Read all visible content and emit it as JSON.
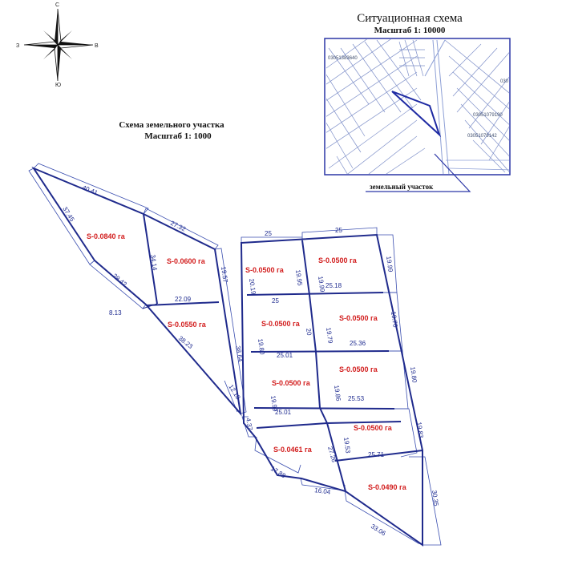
{
  "compass": {
    "north": "С",
    "south": "Ю",
    "west": "З",
    "east": "В"
  },
  "situation": {
    "title": "Ситуационная схема",
    "scale": "Масштаб  1: 10000",
    "caption": "земельный участок",
    "cadastral_ids": [
      "03051383640",
      "03051079190",
      "03051079142",
      "030"
    ]
  },
  "plot_scheme": {
    "title": "Схема земельного участка",
    "scale": "Масштаб  1: 1000"
  },
  "plots": [
    {
      "id": "p1",
      "area": "S-0.0840 га"
    },
    {
      "id": "p2",
      "area": "S-0.0600 га"
    },
    {
      "id": "p3",
      "area": "S-0.0550 га"
    },
    {
      "id": "p4",
      "area": "S-0.0500 га"
    },
    {
      "id": "p5",
      "area": "S-0.0500 га"
    },
    {
      "id": "p6",
      "area": "S-0.0500 га"
    },
    {
      "id": "p7",
      "area": "S-0.0500 га"
    },
    {
      "id": "p8",
      "area": "S-0.0500 га"
    },
    {
      "id": "p9",
      "area": "S-0.0500 га"
    },
    {
      "id": "p10",
      "area": "S-0.0500 га"
    },
    {
      "id": "p11",
      "area": "S-0.0461 га"
    },
    {
      "id": "p12",
      "area": "S-0.0490 га"
    }
  ],
  "dimensions": [
    "40.41",
    "27.32",
    "37.45",
    "34.14",
    "19.57",
    "29.42",
    "22.09",
    "8.13",
    "38.23",
    "38.64",
    "12.18",
    "25",
    "25",
    "19.99",
    "20.19",
    "19.95",
    "19.99",
    "25.18",
    "25",
    "19.70",
    "20",
    "19.80",
    "19.79",
    "25.01",
    "25.36",
    "19.80",
    "19.99",
    "19.86",
    "25.01",
    "25.53",
    "19.83",
    "4.37",
    "27.26",
    "19.53",
    "25.71",
    "17.88",
    "16.04",
    "33.06",
    "30.35"
  ]
}
